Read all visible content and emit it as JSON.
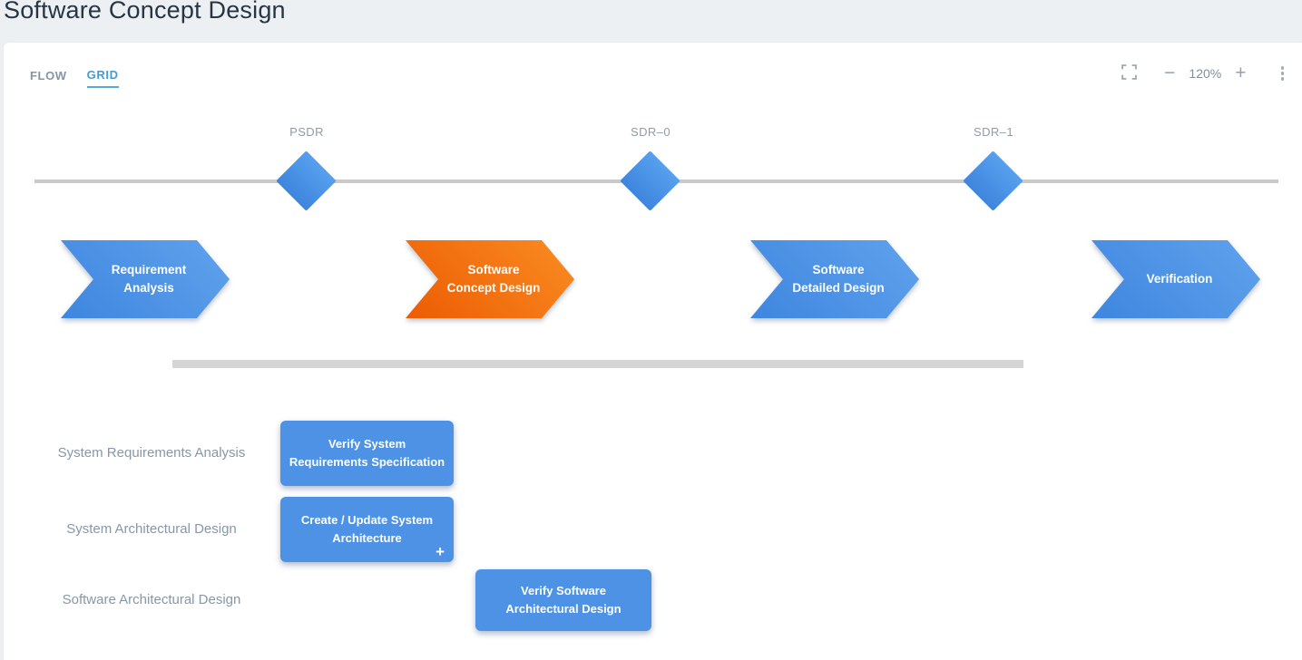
{
  "page": {
    "title": "Software Concept Design"
  },
  "view_tabs": {
    "flow": "FLOW",
    "grid": "GRID",
    "active": "GRID"
  },
  "toolbar": {
    "zoom_level": "120%",
    "zoom_out_glyph": "−",
    "zoom_in_glyph": "+",
    "icons": [
      "fullscreen-icon",
      "zoom-out-icon",
      "zoom-in-icon",
      "more-menu-icon"
    ]
  },
  "timeline": {
    "milestones": [
      {
        "label": "PSDR"
      },
      {
        "label": "SDR–0"
      },
      {
        "label": "SDR–1"
      }
    ],
    "phases": [
      {
        "line1": "Requirement",
        "line2": "Analysis",
        "state": "default"
      },
      {
        "line1": "Software",
        "line2": "Concept Design",
        "state": "active"
      },
      {
        "line1": "Software",
        "line2": "Detailed Design",
        "state": "default"
      },
      {
        "line1": "Verification",
        "line2": "",
        "state": "default"
      }
    ]
  },
  "grid": {
    "rows": [
      {
        "label": "System Requirements Analysis",
        "card": {
          "line1": "Verify System",
          "line2": "Requirements Specification"
        }
      },
      {
        "label": "System Architectural Design",
        "card": {
          "line1": "Create / Update System",
          "line2": "Architecture",
          "add_glyph": "+"
        }
      },
      {
        "label": "Software Architectural Design",
        "card": {
          "line1": "Verify Software",
          "line2": "Architectural Design"
        }
      }
    ]
  },
  "colors": {
    "page_background": "#edf0f3",
    "panel_background": "#ffffff",
    "accent_blue": "#4a90e2",
    "active_phase_orange": "#f2690e",
    "tab_active_blue": "#4a9ad2",
    "timeline_gray": "#c9c9c9",
    "scrollbar_gray": "#d5d5d5",
    "muted_text": "#8797a8"
  }
}
